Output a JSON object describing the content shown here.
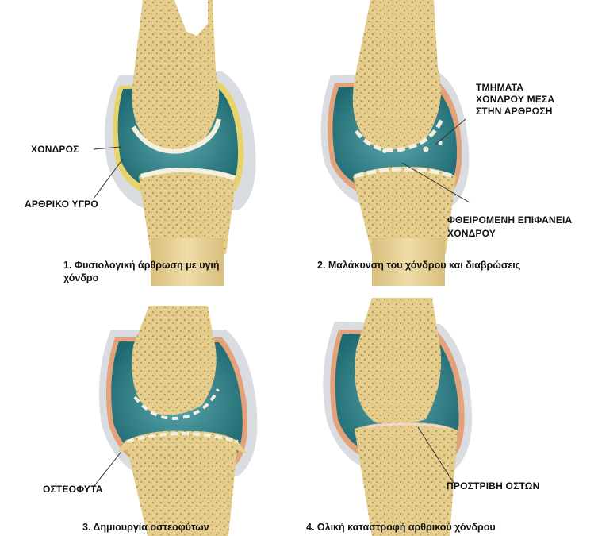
{
  "panels": [
    {
      "caption_line1": "1. Φυσιολογική άρθρωση με υγιή",
      "caption_line2": "χόνδρο",
      "labels": [
        "ΧΟΝΔΡΟΣ",
        "ΑΡΘΡΙΚΟ ΥΓΡΟ"
      ]
    },
    {
      "caption_line1": "2.  Μαλάκυνση του χόνδρου και διαβρώσεις",
      "labels": [
        "ΤΜΗΜΑΤΑ",
        "ΧΟΝΔΡΟΥ ΜΕΣΑ",
        "ΣΤΗΝ ΑΡΘΡΩΣΗ",
        "ΦΘΕΙΡΟΜΕΝΗ ΕΠΙΦΑΝΕΙΑ",
        "ΧΟΝΔΡΟΥ"
      ]
    },
    {
      "caption_line1": "3. Δημιουργία οστεοφύτων",
      "labels": [
        "ΟΣΤΕΟΦΥΤΑ"
      ]
    },
    {
      "caption_line1": "4. Ολική καταστροφή αρθρικού χόνδρου",
      "labels": [
        "ΠΡΟΣΤΡΙΒΗ ΟΣΤΩΝ"
      ]
    }
  ],
  "colors": {
    "bone": "#e8d49a",
    "bone_dark": "#c9ae62",
    "synovial_fluid": "#2f7f86",
    "capsule": "#c6ccd3",
    "cartilage": "#f4f1e3",
    "inflamed_edge": "#e3a27a"
  }
}
